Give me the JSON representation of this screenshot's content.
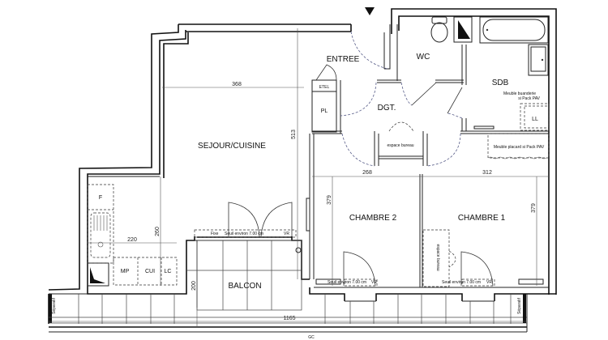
{
  "plan": {
    "rooms": {
      "sejour": "SEJOUR/CUISINE",
      "entree": "ENTREE",
      "wc": "WC",
      "sdb": "SDB",
      "dgt": "DGT.",
      "chambre2": "CHAMBRE 2",
      "chambre1": "CHAMBRE 1",
      "balcon": "BALCON"
    },
    "fixtures": {
      "etel": "ETEL",
      "pl": "PL",
      "ll": "LL",
      "f": "F",
      "mp": "MP",
      "cui": "CUI",
      "lc": "LC",
      "espace_bureau_dgt": "espace bureau",
      "espace_bureau_ch1": "espace bureau",
      "meuble_buanderie_1": "Meuble buanderie",
      "meuble_buanderie_2": "si Pack PAV",
      "meuble_placard": "Meuble placard si Pack PAV",
      "separatif_left": "Séparatif",
      "separatif_right": "Séparatif",
      "gc": "GC"
    },
    "thresholds": {
      "sejour_fixe": "Fixe",
      "sejour_seuil": "Seuil environ 7.00 cm",
      "sejour_vr": "VR",
      "ch2_seuil": "Seuil environ 7.00 cm",
      "ch2_vr": "VR",
      "ch1_seuil": "Seuil environ 7.00 cm",
      "ch1_vr": "VR"
    },
    "dimensions": {
      "sejour_width": "368",
      "sejour_depth": "513",
      "kitchen_width": "220",
      "kitchen_depth": "260",
      "ch2_width": "268",
      "ch2_depth": "379",
      "ch1_width": "312",
      "ch1_depth": "379",
      "balcon_depth": "200",
      "balcon_length": "1165"
    },
    "entry_marker": "entrance-arrow"
  }
}
